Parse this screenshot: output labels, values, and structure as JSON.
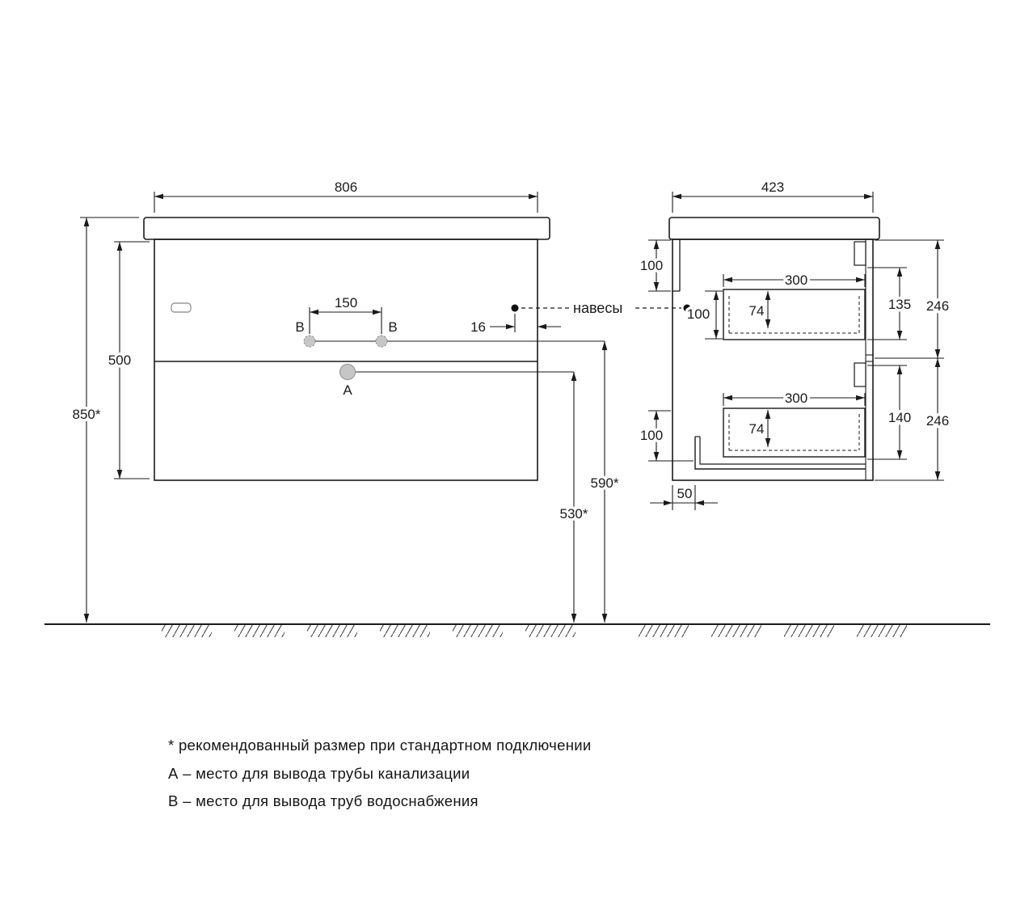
{
  "labels": {
    "hangers": "навесы",
    "marker_a": "A",
    "marker_b": "B"
  },
  "front_view": {
    "width": "806",
    "body_height": "500",
    "mounting_height": "850*",
    "hole_spacing": "150",
    "hanger_edge_offset": "16",
    "water_outlet_height": "590*",
    "drain_outlet_height": "530*"
  },
  "side_view": {
    "depth": "423",
    "back_rail_height": "100",
    "hanger_drop": "100",
    "upper_drawer": {
      "depth": "300",
      "inner_height": "74",
      "front_height": "135",
      "section_height": "246"
    },
    "lower_drawer": {
      "depth": "300",
      "inner_height": "74",
      "front_height": "140",
      "section_height": "246"
    },
    "bottom_clearance": "100",
    "plinth_inset": "50"
  },
  "legend": {
    "note": "* рекомендованный размер при стандартном подключении",
    "a": "А – место для вывода трубы канализации",
    "b": "В – место для вывода труб водоснабжения"
  }
}
